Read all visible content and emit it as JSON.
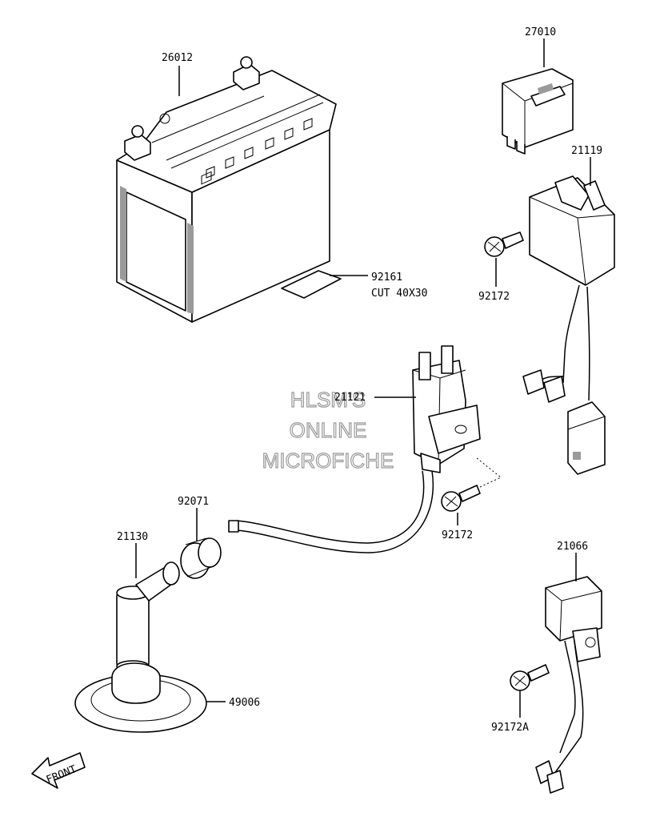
{
  "parts": [
    {
      "number": "26012"
    },
    {
      "number": "92161",
      "note": "CUT 40X30"
    },
    {
      "number": "27010"
    },
    {
      "number": "21119"
    },
    {
      "number": "92172"
    },
    {
      "number": "21121"
    },
    {
      "number": "92172"
    },
    {
      "number": "92071"
    },
    {
      "number": "21130"
    },
    {
      "number": "21066"
    },
    {
      "number": "49006"
    },
    {
      "number": "92172A"
    }
  ],
  "watermark": {
    "line1": "HLSM'S",
    "line2": "ONLINE",
    "line3": "MICROFICHE"
  },
  "front_arrow": {
    "label": "FRONT"
  }
}
